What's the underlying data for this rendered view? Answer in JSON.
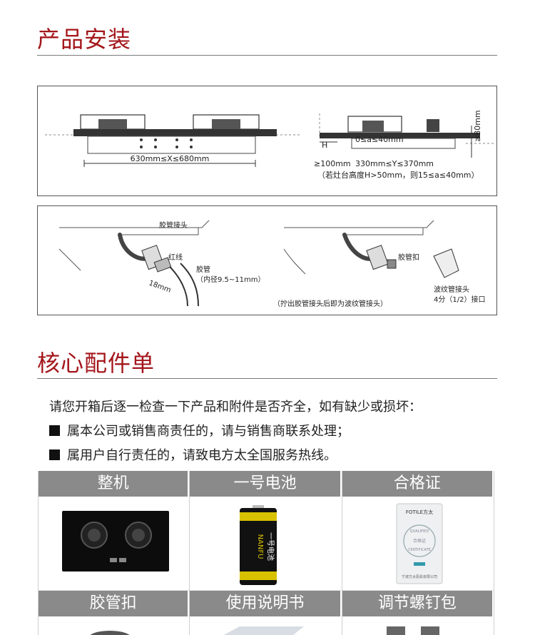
{
  "installation": {
    "title": "产品安装",
    "diagram1": {
      "dim_x": "630mm≤X≤680mm",
      "dim_a": "0≤a≤40mm",
      "label_h": "H",
      "dim_depth": "≥80mm",
      "dim_left": "≥100mm",
      "dim_y": "330mm≤Y≤370mm",
      "note": "（若灶台高度H>50mm，则15≤a≤40mm）"
    },
    "diagram2": {
      "hose_joint": "胶管接头",
      "red_line": "红线",
      "hose": "胶管",
      "hose_diameter": "（内径9.5~11mm）",
      "length_18": "18mm",
      "hose_clip": "胶管扣",
      "corrugated_joint": "波纹管接头",
      "corrugated_size": "4分（1/2）接口",
      "note": "（拧出胶管接头后即为波纹管接头）"
    }
  },
  "accessories": {
    "title": "核心配件单",
    "intro": "请您开箱后逐一检查一下产品和附件是否齐全，如有缺少或损坏：",
    "bullets": [
      "属本公司或销售商责任的，请与销售商联系处理；",
      "属用户自行责任的，请致电方太全国服务热线。"
    ],
    "items": [
      {
        "label": "整机"
      },
      {
        "label": "一号电池"
      },
      {
        "label": "合格证"
      },
      {
        "label": "胶管扣"
      },
      {
        "label": "使用说明书"
      },
      {
        "label": "调节螺钉包"
      }
    ],
    "certificate": {
      "brand": "FOTILE方太",
      "stamp_top": "QUALIFIED",
      "stamp_mid": "合格证",
      "stamp_bottom": "CERTIFICATE",
      "footer": "宁波方太厨具有限公司"
    },
    "battery": {
      "brand": "NANFU",
      "label": "一号电池"
    }
  },
  "colors": {
    "accent": "#a3161b",
    "header_gray": "#8a8a8a"
  }
}
